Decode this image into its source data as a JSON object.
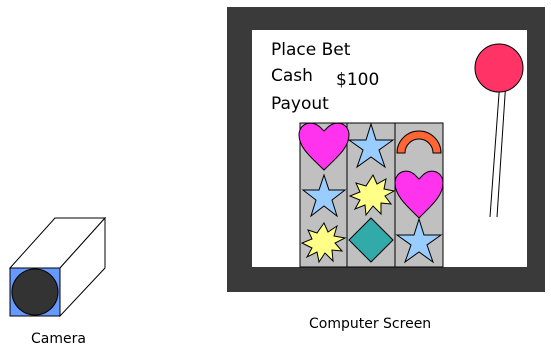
{
  "labels": {
    "camera": "Camera",
    "computer_screen": "Computer Screen"
  },
  "screen": {
    "place_bet": "Place Bet",
    "cash": "Cash",
    "cash_value": "$100",
    "payout": "Payout"
  },
  "reels": [
    [
      "heart",
      "star",
      "burst"
    ],
    [
      "star",
      "burst",
      "diamond"
    ],
    [
      "arc",
      "heart",
      "star"
    ]
  ],
  "colors": {
    "bezel": "#3a3a3a",
    "reel_bg": "#c0c0c0",
    "heart": "#ff33ee",
    "star": "#99ccff",
    "burst": "#ffff88",
    "diamond": "#33aaaa",
    "arc": "#ff6633",
    "lever_knob": "#ff3366",
    "camera_face": "#6699ff",
    "camera_lens": "#333333"
  },
  "icons": [
    "heart-icon",
    "star-icon",
    "burst-icon",
    "diamond-icon",
    "arc-icon",
    "lever-knob-icon",
    "camera-lens-icon"
  ]
}
